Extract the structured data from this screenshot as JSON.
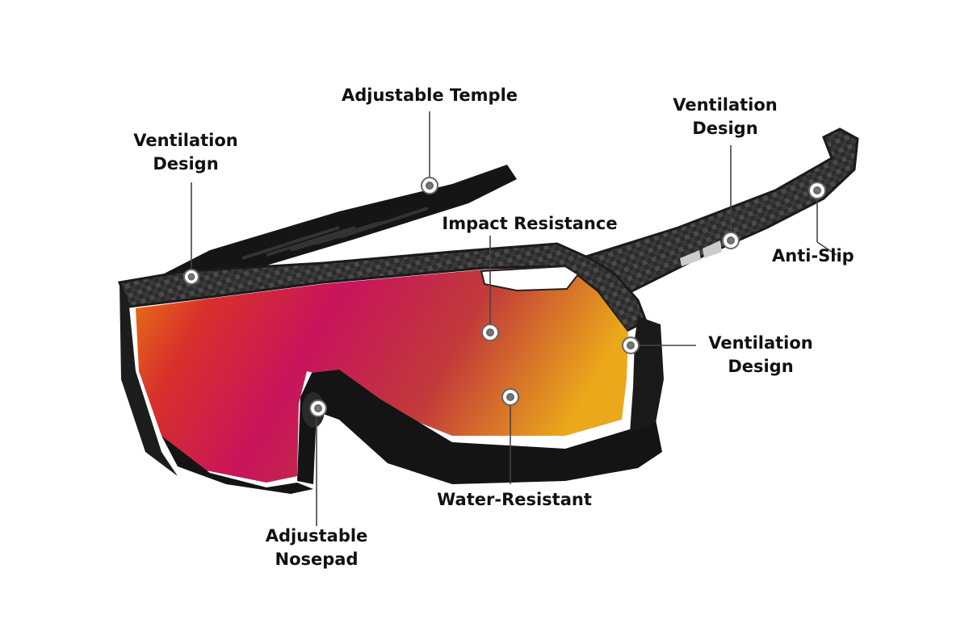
{
  "colors": {
    "background": "#ffffff",
    "frame": "#2a2a2a",
    "frame_dark": "#111111",
    "lens_left": "#e86a12",
    "lens_mid": "#c4185c",
    "lens_right": "#e9a818",
    "callout_line": "#444444",
    "marker": "#666666"
  },
  "icons": [
    "sunglasses-illustration",
    "callout-marker-icon"
  ],
  "callouts": {
    "adjustable_temple": {
      "line1": "Adjustable Temple"
    },
    "ventilation_left": {
      "line1": "Ventilation",
      "line2": "Design"
    },
    "ventilation_top_right": {
      "line1": "Ventilation",
      "line2": "Design"
    },
    "impact_resistance": {
      "line1": "Impact Resistance"
    },
    "anti_slip": {
      "line1": "Anti-Slip"
    },
    "ventilation_right": {
      "line1": "Ventilation",
      "line2": "Design"
    },
    "water_resistant": {
      "line1": "Water-Resistant"
    },
    "adjustable_nosepad": {
      "line1": "Adjustable",
      "line2": "Nosepad"
    }
  }
}
